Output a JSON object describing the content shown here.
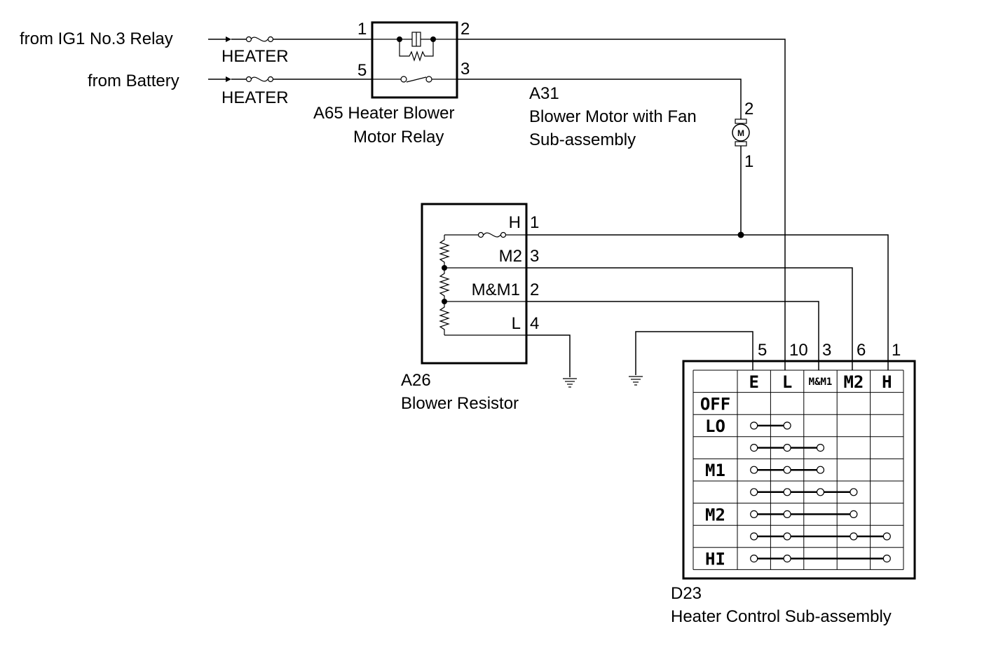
{
  "inputs": {
    "ig1_label": "from IG1 No.3 Relay",
    "battery_label": "from Battery",
    "fuse1_label": "HEATER",
    "fuse2_label": "HEATER"
  },
  "relay": {
    "code": "A65 Heater Blower",
    "name": "Motor Relay",
    "pins": {
      "p1": "1",
      "p2": "2",
      "p3": "3",
      "p5": "5"
    }
  },
  "motor": {
    "code": "A31",
    "name_line1": "Blower Motor with Fan",
    "name_line2": "Sub-assembly",
    "symbol": "M",
    "pin_top": "2",
    "pin_bottom": "1"
  },
  "resistor": {
    "code": "A26",
    "name": "Blower Resistor",
    "terminals": [
      {
        "label": "H",
        "pin": "1"
      },
      {
        "label": "M2",
        "pin": "3"
      },
      {
        "label": "M&M1",
        "pin": "2"
      },
      {
        "label": "L",
        "pin": "4"
      }
    ]
  },
  "control": {
    "code": "D23",
    "name": "Heater Control Sub-assembly",
    "pins": [
      "5",
      "10",
      "3",
      "6",
      "1"
    ],
    "columns": [
      "E",
      "L",
      "M&M1",
      "M2",
      "H"
    ],
    "rows": [
      {
        "label": "OFF",
        "connect": []
      },
      {
        "label": "LO",
        "connect": [
          0,
          1
        ]
      },
      {
        "label": "",
        "connect": [
          0,
          1,
          2
        ]
      },
      {
        "label": "M1",
        "connect": [
          0,
          1,
          2
        ]
      },
      {
        "label": "",
        "connect": [
          0,
          1,
          2,
          3
        ]
      },
      {
        "label": "M2",
        "connect": [
          0,
          1,
          3
        ]
      },
      {
        "label": "",
        "connect": [
          0,
          1,
          3,
          4
        ]
      },
      {
        "label": "HI",
        "connect": [
          0,
          1,
          4
        ]
      }
    ]
  },
  "icons": [
    "fuse-icon",
    "relay-coil-icon",
    "relay-switch-icon",
    "motor-icon",
    "resistor-icon",
    "ground-icon",
    "junction-dot-icon"
  ]
}
